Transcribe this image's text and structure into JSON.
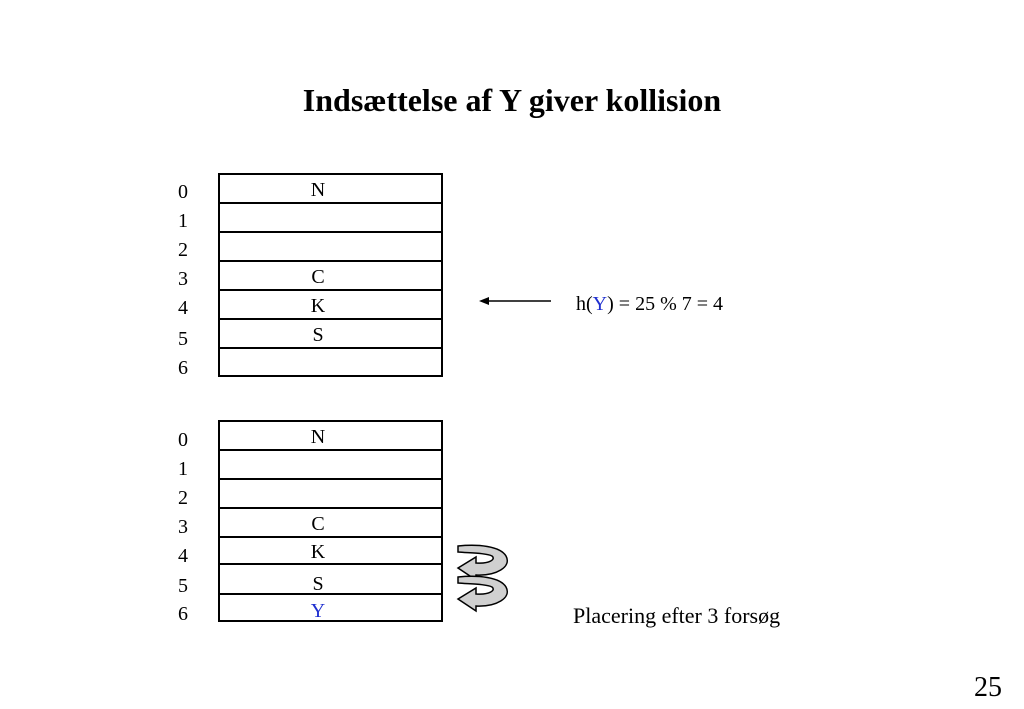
{
  "title": "Indsættelse af Y giver kollision",
  "indices": [
    "0",
    "1",
    "2",
    "3",
    "4",
    "5",
    "6"
  ],
  "table_before": [
    "N",
    "",
    "",
    "C",
    "K",
    "S",
    ""
  ],
  "table_after": [
    "N",
    "",
    "",
    "C",
    "K",
    "S",
    "Y"
  ],
  "hash_expression": {
    "prefix": "h(",
    "key": "Y",
    "suffix": ") = 25 % 7 = 4"
  },
  "placement_note": "Placering efter 3 forsøg",
  "page_number": "25",
  "colors": {
    "highlight": "#1f2fd0",
    "curved_arrow_fill": "#d0d0d0"
  },
  "icons": {
    "hash_pointer": "left-arrow-icon",
    "probe_arrows": "curved-arrow-icon"
  }
}
